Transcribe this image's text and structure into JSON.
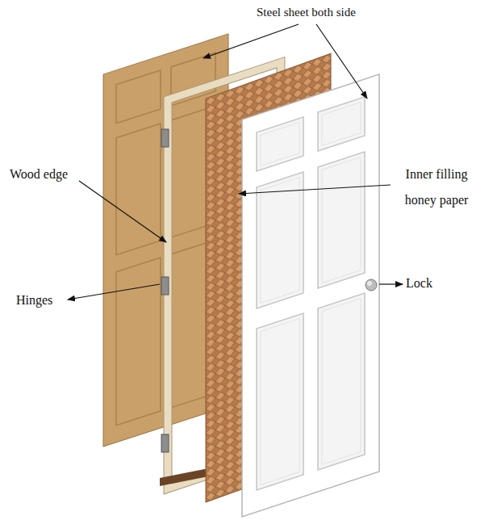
{
  "diagram": {
    "labels": [
      "Steel sheet both side",
      "Wood edge",
      "Inner filling honey paper",
      "Hinges",
      "Lock"
    ]
  }
}
